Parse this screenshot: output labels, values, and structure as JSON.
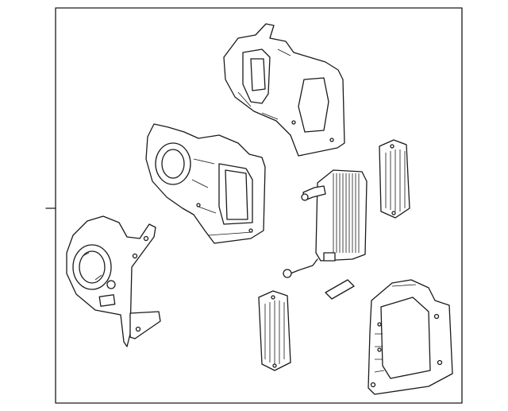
{
  "diagram": {
    "colors": {
      "line": "#1a1a1a",
      "background": "#ffffff"
    },
    "parts": [
      "blower-motor-housing",
      "upper-case-half",
      "middle-case-half",
      "evaporator-core",
      "lower-case-half",
      "seal-right",
      "seal-left",
      "small-seal"
    ]
  }
}
